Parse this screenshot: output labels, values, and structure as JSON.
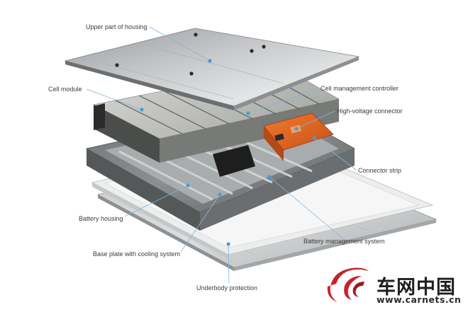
{
  "labels": {
    "upper_housing": "Upper part of housing",
    "cell_module": "Cell module",
    "cell_mgmt_controller": "Cell management controller",
    "hv_connector": "High-voltage connector",
    "connector_strip": "Connector strip",
    "battery_housing": "Battery housing",
    "bms": "Battery management system",
    "base_plate": "Base plate with cooling system",
    "underbody": "Underbody protection"
  },
  "watermark": {
    "chinese": "车网中国",
    "url": "www.carnets.cn"
  },
  "colors": {
    "leader_line": "#7fb6dd",
    "leader_dot": "#4a9bd4",
    "accent_orange": "#e8641e",
    "watermark_red": "#c8222a"
  }
}
